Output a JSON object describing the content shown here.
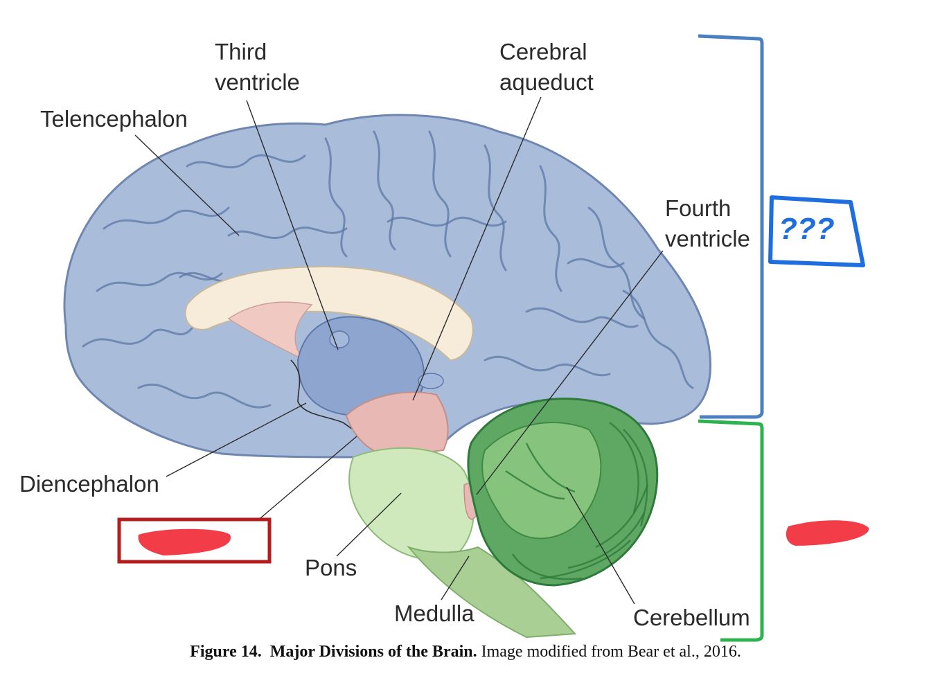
{
  "labels": {
    "third_ventricle_line1": "Third",
    "third_ventricle_line2": "ventricle",
    "cerebral_aqueduct_line1": "Cerebral",
    "cerebral_aqueduct_line2": "aqueduct",
    "telencephalon": "Telencephalon",
    "fourth_ventricle_line1": "Fourth",
    "fourth_ventricle_line2": "ventricle",
    "diencephalon": "Diencephalon",
    "pons": "Pons",
    "medulla": "Medulla",
    "cerebellum": "Cerebellum"
  },
  "annotations": {
    "question_marks": "???"
  },
  "caption": {
    "figure_number": "Figure 14.",
    "title": "Major Divisions of the Brain.",
    "source": "Image modified from Bear et al., 2016."
  },
  "colors": {
    "cerebrum": "#a9bddb",
    "cerebrum_outline": "#6f86b0",
    "corpus_callosum": "#f6ecd9",
    "diencephalon": "#8ea5cf",
    "midbrain": "#e8b9b4",
    "pons": "#cfe9bd",
    "medulla": "#a9cf95",
    "cerebellum": "#5ea864",
    "forebrain_bracket": "#4a7fc0",
    "hindbrain_bracket": "#2db24f",
    "question_box": "#1f6ee0",
    "answer_box": "#b51c1c",
    "redaction": "#f23c47"
  }
}
